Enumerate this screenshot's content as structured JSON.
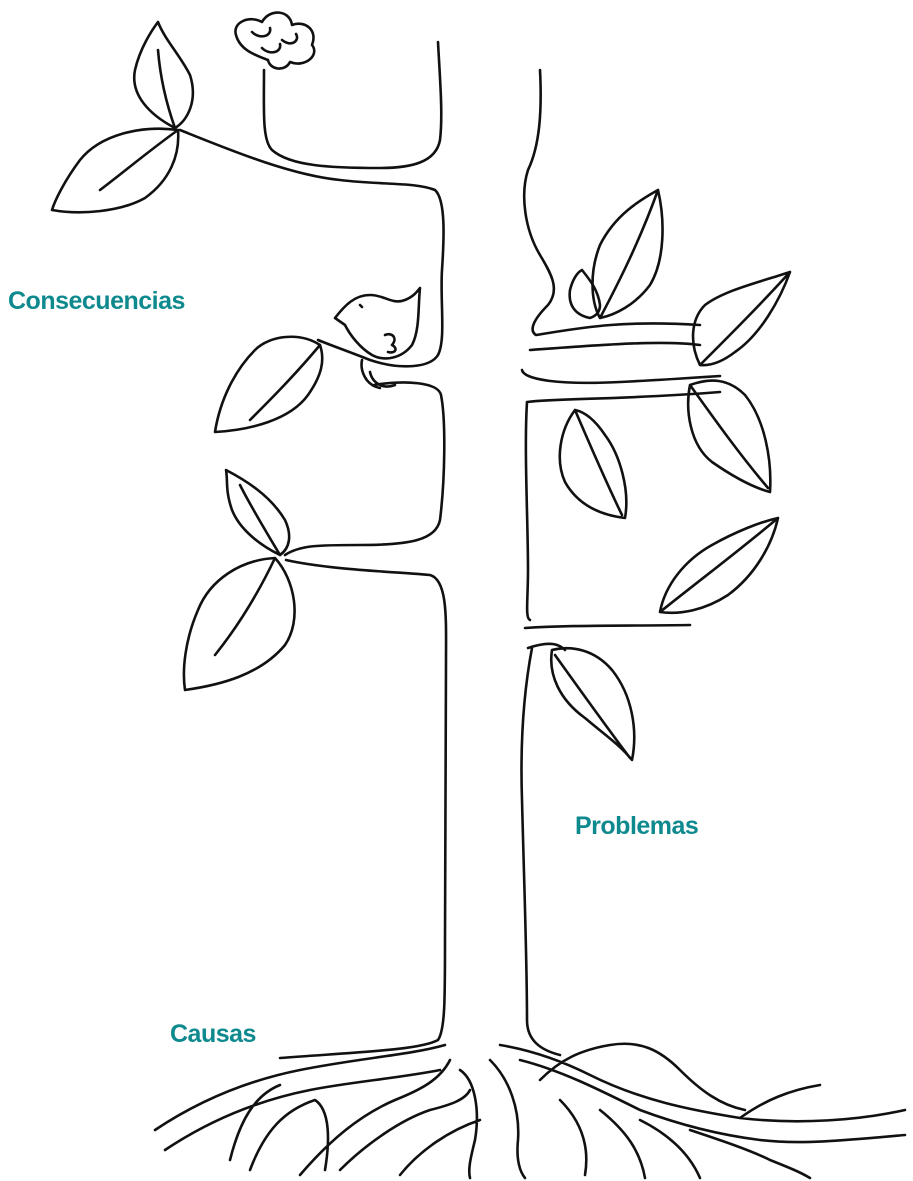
{
  "labels": {
    "consecuencias": "Consecuencias",
    "problemas": "Problemas",
    "causas": "Causas"
  },
  "colors": {
    "label": "#0e8a8e",
    "stroke": "#111111",
    "background": "#ffffff"
  },
  "icons": [
    "tree-drawing",
    "flower-icon",
    "bird-icon",
    "leaf-icon",
    "roots-drawing"
  ]
}
